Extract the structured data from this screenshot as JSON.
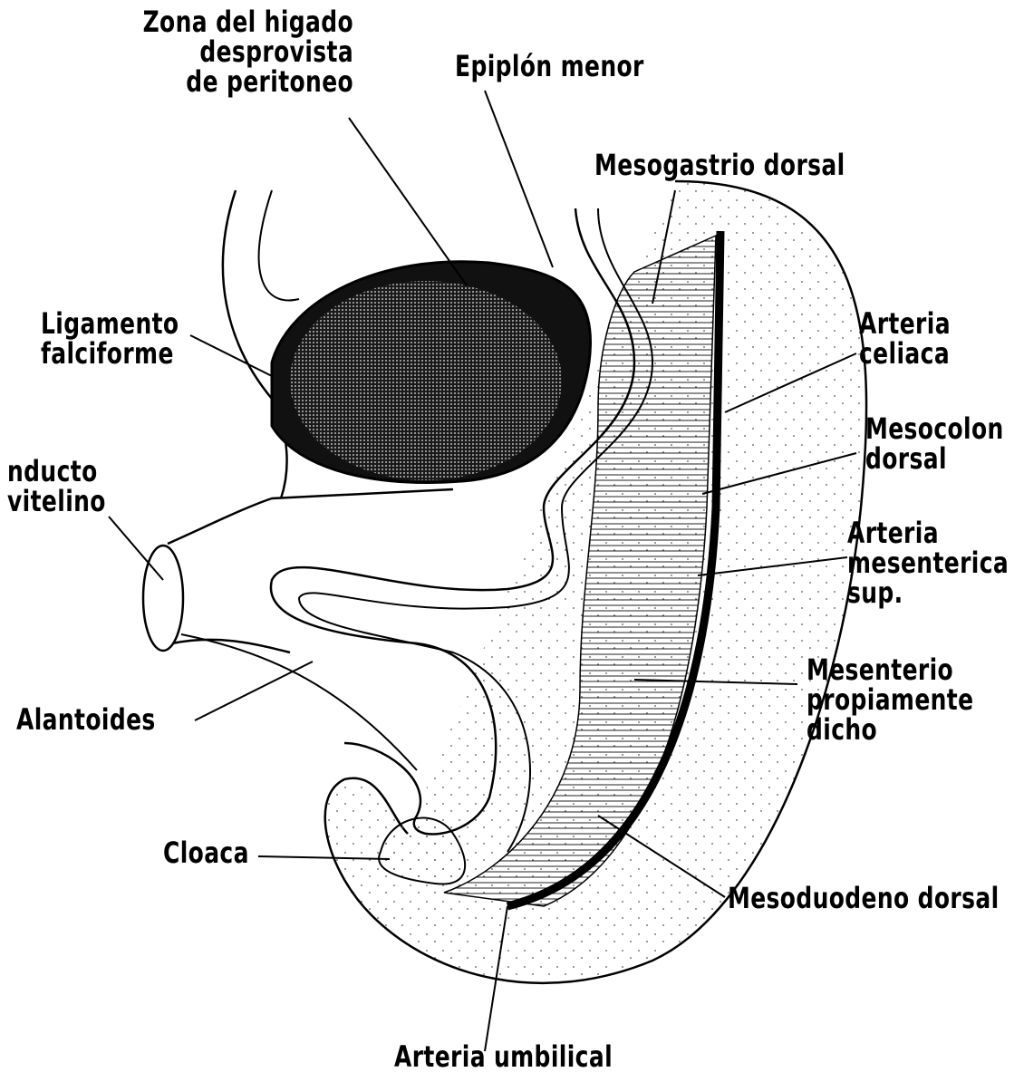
{
  "labels": {
    "zona": [
      "Zona del higado",
      "desprovista",
      "de peritoneo"
    ],
    "epiplon": [
      "Epiplón menor"
    ],
    "mesogastrio": [
      "Mesogastrio dorsal"
    ],
    "ligamento": [
      "Ligamento",
      "falciforme"
    ],
    "arteria_celiaca": [
      "Arteria",
      "celiaca"
    ],
    "mesocolon": [
      "Mesocolon",
      "dorsal"
    ],
    "conducto": [
      "nducto",
      "vitelino"
    ],
    "arteria_mesenterica": [
      "Arteria",
      "mesenterica",
      "sup."
    ],
    "mesenterio": [
      "Mesenterio",
      "propiamente",
      "dicho"
    ],
    "alantoides": [
      "Alantoides"
    ],
    "cloaca": [
      "Cloaca"
    ],
    "mesoduodeno": [
      "Mesoduodeno dorsal"
    ],
    "arteria_umbilical": [
      "Arteria umbilical"
    ]
  }
}
